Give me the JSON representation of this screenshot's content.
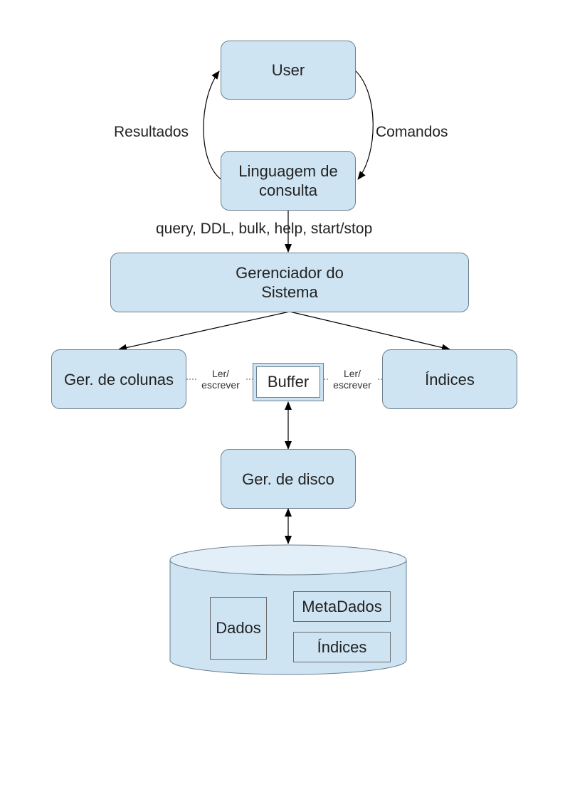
{
  "colors": {
    "node_fill": "#cfe4f2",
    "node_border": "#6b7f8e",
    "cylinder_top": "#e2eff8",
    "edge": "#000000"
  },
  "nodes": {
    "user": "User",
    "query_language": "Linguagem de consulta",
    "system_manager": "Gerenciador do Sistema",
    "column_manager": "Ger. de colunas",
    "buffer": "Buffer",
    "indices": "Índices",
    "disk_manager": "Ger. de disco"
  },
  "storage": {
    "data": "Dados",
    "metadata": "MetaDados",
    "indices": "Índices"
  },
  "edge_labels": {
    "results": "Resultados",
    "commands": "Comandos",
    "operations": "query, DDL, bulk, help, start/stop",
    "read_write_left": "Ler/ escrever",
    "read_write_right": "Ler/ escrever"
  }
}
